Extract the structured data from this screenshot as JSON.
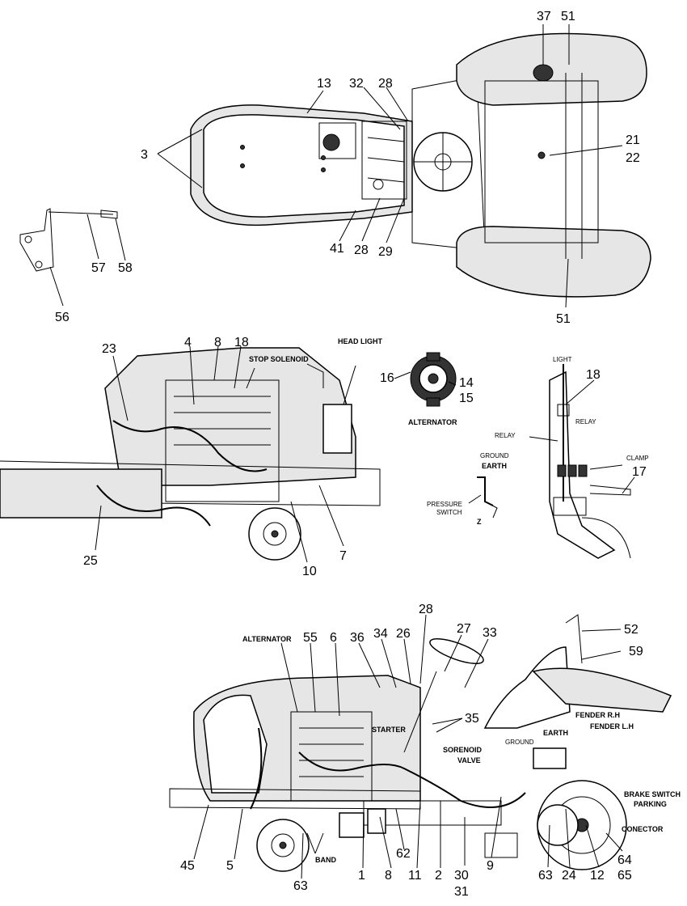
{
  "callouts": {
    "top": [
      "3",
      "13",
      "32",
      "28",
      "37",
      "51",
      "21",
      "22",
      "41",
      "28",
      "29",
      "51",
      "57",
      "58",
      "56"
    ],
    "middle": [
      "23",
      "4",
      "8",
      "18",
      "16",
      "14",
      "15",
      "18",
      "17",
      "25",
      "10",
      "7"
    ],
    "bottom": [
      "55",
      "6",
      "36",
      "34",
      "26",
      "28",
      "27",
      "33",
      "52",
      "59",
      "35",
      "45",
      "5",
      "63",
      "1",
      "8",
      "62",
      "11",
      "2",
      "30",
      "31",
      "9",
      "63",
      "24",
      "12",
      "64",
      "65"
    ]
  },
  "captions": {
    "stop_solenoid": "STOP SOLENOID",
    "head_light": "HEAD LIGHT",
    "alternator_mid": "ALTERNATOR",
    "light": "LIGHT",
    "relay_left": "RELAY",
    "relay_right": "RELAY",
    "clamp": "CLAMP",
    "ground_mid": "GROUND",
    "earth_mid": "EARTH",
    "pressure": "PRESSURE",
    "switch": "SWITCH",
    "z": "Z",
    "alternator_bot": "ALTERNATOR",
    "starter": "STARTER",
    "sorenoid": "SORENOID",
    "valve": "VALVE",
    "fender_rh": "FENDER R.H",
    "fender_lh": "FENDER L.H",
    "earth_bot": "EARTH",
    "ground_bot": "GROUND",
    "brake_switch": "BRAKE SWITCH",
    "parking": "PARKING",
    "conector": "CONECTOR",
    "band": "BAND"
  }
}
